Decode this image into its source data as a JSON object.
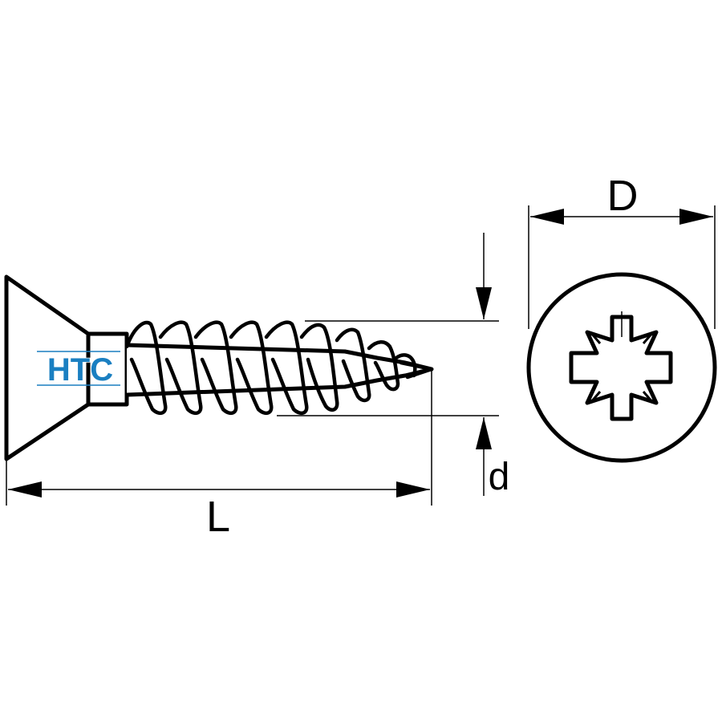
{
  "labels": {
    "length": "L",
    "head_diameter": "D",
    "thread_diameter": "d"
  },
  "logo": {
    "text": "HTC",
    "color": "#1a7fc1"
  },
  "colors": {
    "line": "#000000",
    "background": "#ffffff"
  }
}
